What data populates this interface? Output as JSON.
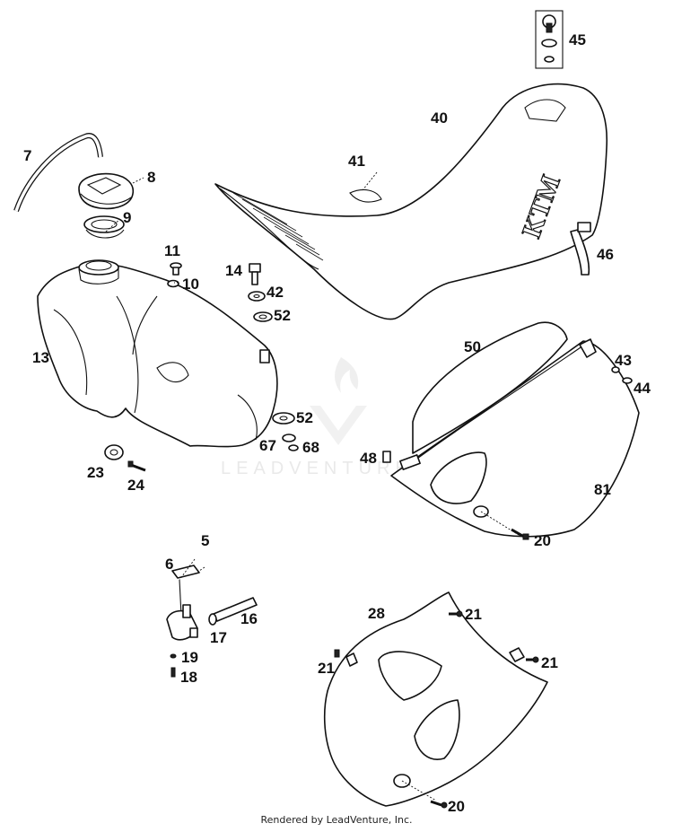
{
  "callouts": [
    {
      "key": "p45",
      "label": "45"
    },
    {
      "key": "p40",
      "label": "40"
    },
    {
      "key": "p41",
      "label": "41"
    },
    {
      "key": "p7",
      "label": "7"
    },
    {
      "key": "p8",
      "label": "8"
    },
    {
      "key": "p9",
      "label": "9"
    },
    {
      "key": "p11",
      "label": "11"
    },
    {
      "key": "p10",
      "label": "10"
    },
    {
      "key": "p14",
      "label": "14"
    },
    {
      "key": "p42",
      "label": "42"
    },
    {
      "key": "p52a",
      "label": "52"
    },
    {
      "key": "p46",
      "label": "46"
    },
    {
      "key": "p13",
      "label": "13"
    },
    {
      "key": "p50",
      "label": "50"
    },
    {
      "key": "p43",
      "label": "43"
    },
    {
      "key": "p44",
      "label": "44"
    },
    {
      "key": "p52b",
      "label": "52"
    },
    {
      "key": "p67",
      "label": "67"
    },
    {
      "key": "p68",
      "label": "68"
    },
    {
      "key": "p48",
      "label": "48"
    },
    {
      "key": "p23",
      "label": "23"
    },
    {
      "key": "p24",
      "label": "24"
    },
    {
      "key": "p81",
      "label": "81"
    },
    {
      "key": "p5",
      "label": "5"
    },
    {
      "key": "p6",
      "label": "6"
    },
    {
      "key": "p20a",
      "label": "20"
    },
    {
      "key": "p16",
      "label": "16"
    },
    {
      "key": "p17",
      "label": "17"
    },
    {
      "key": "p28",
      "label": "28"
    },
    {
      "key": "p21a",
      "label": "21"
    },
    {
      "key": "p19",
      "label": "19"
    },
    {
      "key": "p18",
      "label": "18"
    },
    {
      "key": "p21b",
      "label": "21"
    },
    {
      "key": "p21c",
      "label": "21"
    },
    {
      "key": "p20b",
      "label": "20"
    }
  ],
  "seat_logo": "KTM",
  "watermark": "LEADVENTURE",
  "footer": "Rendered by LeadVenture, Inc."
}
